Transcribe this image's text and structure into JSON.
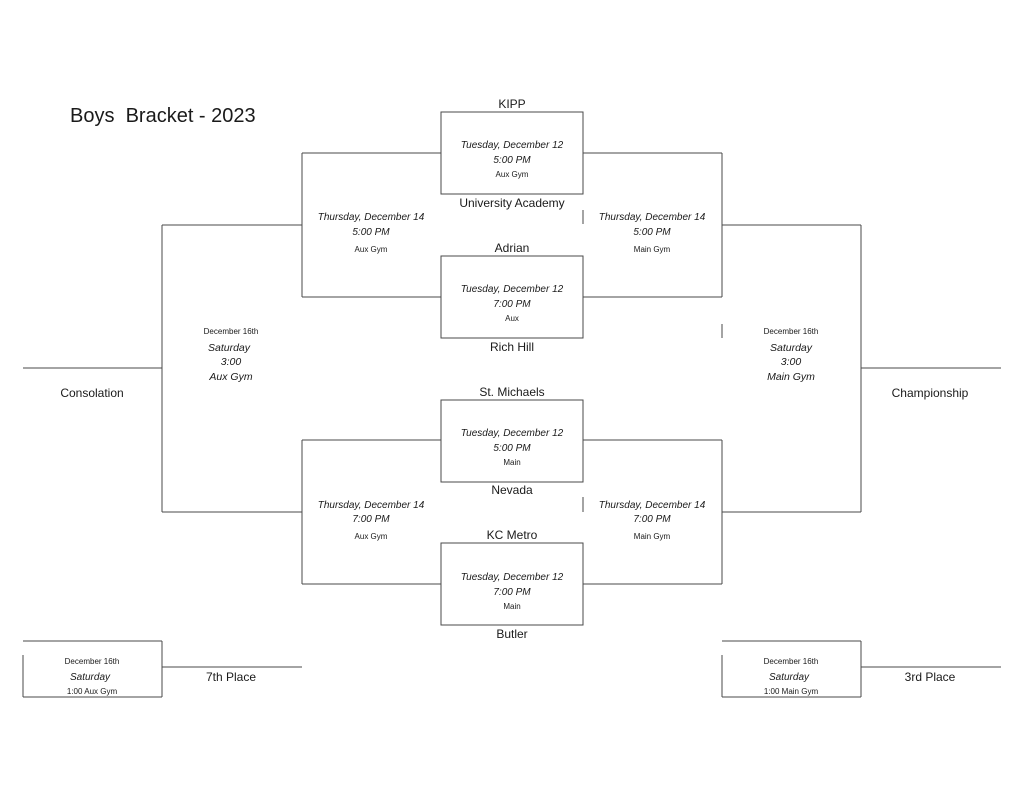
{
  "title": "Boys  Bracket - 2023",
  "teams": [
    "KIPP",
    "University Academy",
    "Adrian",
    "Rich Hill",
    "St. Michaels",
    "Nevada",
    "KC Metro",
    "Butler"
  ],
  "round1": [
    {
      "day": "Tuesday, December 12",
      "time": "5:00 PM",
      "venue": "Aux Gym"
    },
    {
      "day": "Tuesday, December 12",
      "time": "7:00 PM",
      "venue": "Aux"
    },
    {
      "day": "Tuesday, December 12",
      "time": "5:00 PM",
      "venue": "Main"
    },
    {
      "day": "Tuesday, December 12",
      "time": "7:00 PM",
      "venue": "Main"
    }
  ],
  "round2": {
    "left_top": {
      "day": "Thursday, December 14",
      "time": "5:00 PM",
      "venue": "Aux Gym"
    },
    "right_top": {
      "day": "Thursday, December 14",
      "time": "5:00 PM",
      "venue": "Main Gym"
    },
    "left_bottom": {
      "day": "Thursday, December 14",
      "time": "7:00 PM",
      "venue": "Aux Gym"
    },
    "right_bottom": {
      "day": "Thursday, December 14",
      "time": "7:00 PM",
      "venue": "Main Gym"
    }
  },
  "finals": {
    "consolation": {
      "date": "December 16th",
      "day": "Saturday",
      "time": "3:00",
      "venue": "Aux Gym",
      "label": "Consolation"
    },
    "championship": {
      "date": "December 16th",
      "day": "Saturday",
      "time": "3:00",
      "venue": "Main Gym",
      "label": "Championship"
    }
  },
  "placement": {
    "seventh": {
      "date": "December 16th",
      "day": "Saturday",
      "detail": "1:00 Aux Gym",
      "label": "7th Place"
    },
    "third": {
      "date": "December 16th",
      "day": "Saturday",
      "detail": "1:00 Main Gym",
      "label": "3rd Place"
    }
  }
}
